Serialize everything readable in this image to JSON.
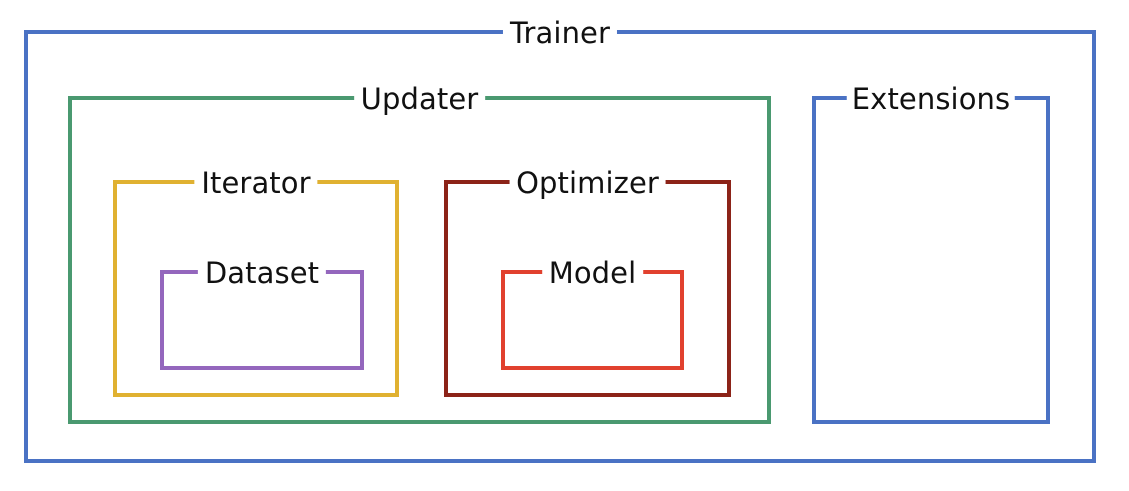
{
  "diagram": {
    "type": "nested-containment-block-diagram",
    "background_color": "#ffffff",
    "label_text_color": "#111111",
    "boxes": {
      "trainer": {
        "label": "Trainer",
        "color": "#4a72c4",
        "color_name": "blue"
      },
      "updater": {
        "label": "Updater",
        "color": "#4a9970",
        "color_name": "green"
      },
      "extensions": {
        "label": "Extensions",
        "color": "#4a72c4",
        "color_name": "blue"
      },
      "iterator": {
        "label": "Iterator",
        "color": "#e0b131",
        "color_name": "yellow"
      },
      "optimizer": {
        "label": "Optimizer",
        "color": "#8c2318",
        "color_name": "dark-red"
      },
      "dataset": {
        "label": "Dataset",
        "color": "#9467bd",
        "color_name": "purple"
      },
      "model": {
        "label": "Model",
        "color": "#e1412e",
        "color_name": "red"
      }
    }
  }
}
